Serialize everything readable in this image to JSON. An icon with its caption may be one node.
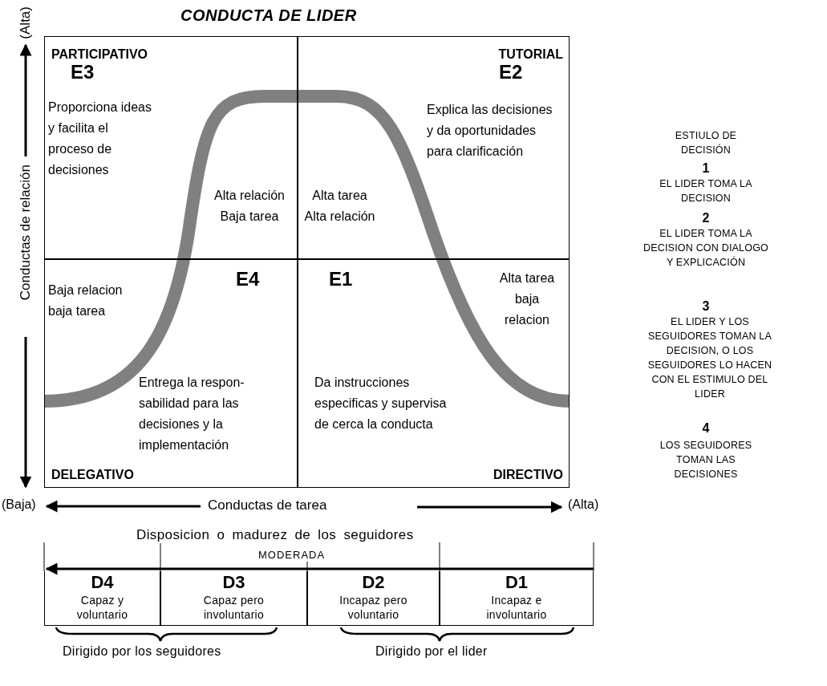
{
  "diagram": {
    "title": "CONDUCTA DE LIDER",
    "nodes": [
      {
        "text": [
          "PARTICIPATIVO",
          "E3",
          "Proporciona ideas y facilita el proceso de decisiones",
          "Alta relación Baja tarea"
        ]
      },
      {
        "text": [
          "TUTORIAL",
          "E2",
          "Explica las decisiones y da oportunidades para clarificación",
          "Alta tarea Alta relación"
        ]
      },
      {
        "text": [
          "Baja relacion baja tarea",
          "E4",
          "Entrega la respon- sabilidad para las decisiones y la implementación",
          "DELEGATIVO"
        ]
      },
      {
        "text": [
          "E1",
          "Alta tarea baja relacion",
          "Da instrucciones especificas y supervisa de cerca la conducta",
          "DIRECTIVO"
        ]
      },
      {
        "text": [
          "D4",
          "Capaz y voluntario"
        ]
      },
      {
        "text": [
          "D3",
          "Capaz pero involuntario"
        ]
      },
      {
        "text": [
          "D2",
          "Incapaz pero voluntario"
        ]
      },
      {
        "text": [
          "D1",
          "Incapaz e involuntario"
        ]
      }
    ],
    "edges": [],
    "labels": [
      "(Alta)",
      "Conductas de relación",
      "(Baja)",
      "Conductas de tarea",
      "(Alta)",
      "Disposicion o madurez de los seguidores",
      "MODERADA",
      "Dirigido por los seguidores",
      "Dirigido por el lider",
      "ESTIULO DE DECISIÓN",
      "1",
      "EL LIDER TOMA LA DECISION",
      "2",
      "EL LIDER TOMA LA DECISION CON DIALOGO Y EXPLICACIÓN",
      "3",
      "EL LIDER Y LOS SEGUIDORES TOMAN LA DECISION, O LOS SEGUIDORES LO HACEN CON EL ESTIMULO DEL LIDER",
      "4",
      "LOS SEGUIDORES TOMAN LAS DECISIONES"
    ]
  }
}
